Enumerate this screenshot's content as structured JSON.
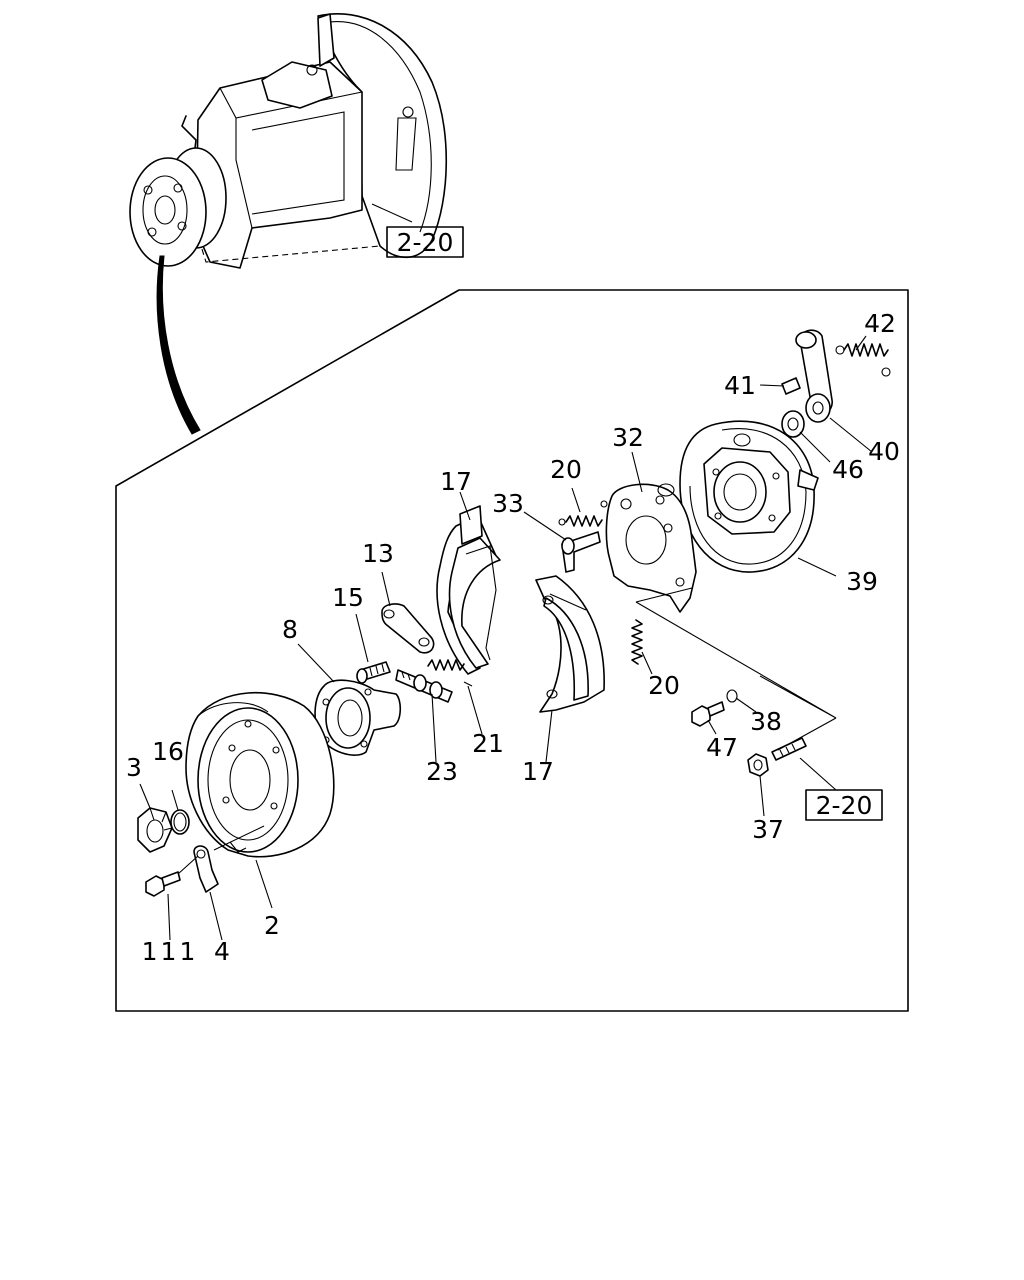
{
  "reference_boxes": {
    "top": "2-20",
    "lower": "2-20"
  },
  "callouts": {
    "c42": "42",
    "c41": "41",
    "c40": "40",
    "c46": "46",
    "c32": "32",
    "c39": "39",
    "c20a": "20",
    "c33": "33",
    "c17a": "17",
    "c13": "13",
    "c15": "15",
    "c8": "8",
    "c20b": "20",
    "c38": "38",
    "c47": "47",
    "c37": "37",
    "c17b": "17",
    "c21": "21",
    "c23": "23",
    "c16": "16",
    "c3": "3",
    "c2": "2",
    "c4": "4",
    "c111": "111"
  }
}
